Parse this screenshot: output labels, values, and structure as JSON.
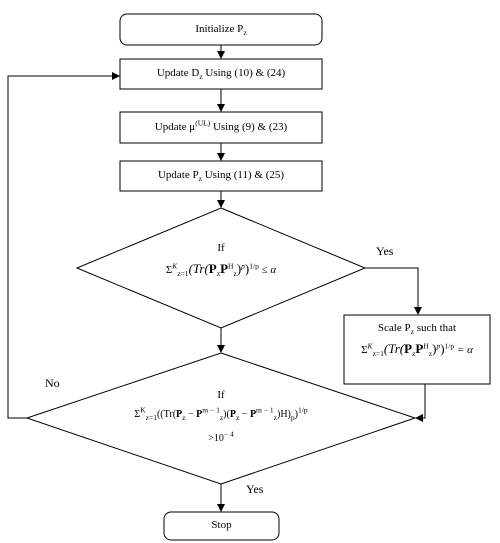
{
  "nodes": {
    "init": {
      "text": "Initialize P",
      "sub": "z"
    },
    "update_d": {
      "text": "Update D",
      "sub": "z",
      "rest": " Using (10) & (24)"
    },
    "update_mu": {
      "text": "Update μ",
      "sup": "(UL)",
      "rest": " Using (9) & (23)"
    },
    "update_p": {
      "text": "Update P",
      "sub": "z",
      "rest": " Using (11) & (25)"
    },
    "decision1": {
      "if": "If",
      "sum": "Σ",
      "sum_sup": "K",
      "sum_sub": "z=1",
      "expr": "(Tr(",
      "p": "P",
      "sub": "z",
      "p2": "P",
      "sup": "H",
      "sup_sub": "z",
      "tail": ")",
      "exp_p": "p",
      "close": ")",
      "exp_outer": "1/p",
      "cmp": " ≤ α"
    },
    "scale": {
      "line1a": "Scale P",
      "line1_sub": "z",
      "line1b": " such that",
      "sum": "Σ",
      "sum_sup": "K",
      "sum_sub": "z=1",
      "expr": "(Tr(",
      "p": "P",
      "sub": "z",
      "p2": "P",
      "sup": "H",
      "sup_sub": "z",
      "tail": ")",
      "exp_p": "p",
      "close": ")",
      "exp_outer": "1/p",
      "cmp": " = α"
    },
    "decision2": {
      "if": "If",
      "sum": "Σ",
      "sum_sup": "K",
      "sum_sub": "z=1",
      "part1": "((Tr(",
      "p1": "P",
      "p1_sub": "z",
      "minus1": " − ",
      "pm1": "P",
      "pm1_sup": "m − 1",
      "pm1_sub": "z",
      "part2": ")(",
      "p2": "P",
      "p2_sub": "z",
      "minus2": " − ",
      "pm2": "P",
      "pm2_sup": "m − 1",
      "pm2_sub": "z",
      "part3": ")",
      "h": "H",
      "part4": ")",
      "pexp": "p",
      "part5": ")",
      "exp_outer": "1/p",
      "line2": ">10",
      "line2_sup": "− 4"
    },
    "stop": {
      "text": "Stop"
    }
  },
  "edges": {
    "yes1": "Yes",
    "no": "No",
    "yes2": "Yes"
  }
}
